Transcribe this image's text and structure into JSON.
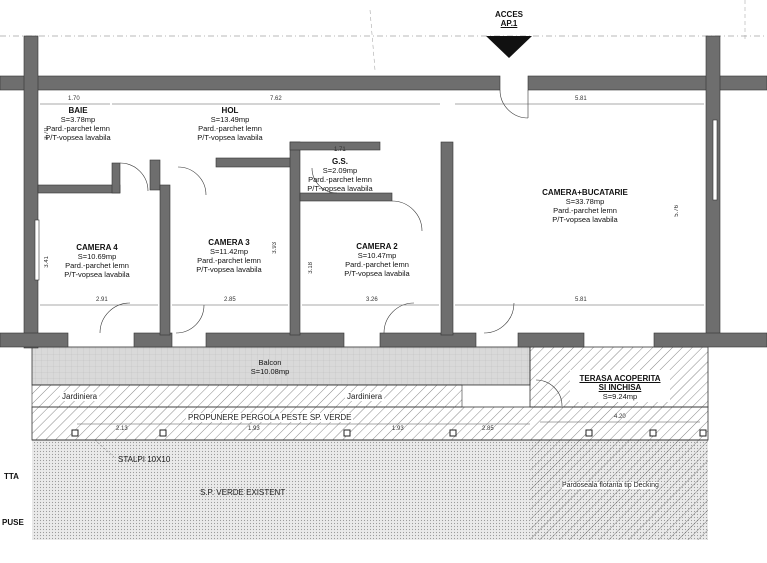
{
  "entrance": {
    "title": "ACCES",
    "code": "AP.1"
  },
  "rooms": {
    "baie": {
      "name": "BAIE",
      "area": "S=3.78mp",
      "floor": "Pard.-parchet lemn",
      "walls": "P/T-vopsea lavabila"
    },
    "hol": {
      "name": "HOL",
      "area": "S=13.49mp",
      "floor": "Pard.-parchet lemn",
      "walls": "P/T-vopsea lavabila"
    },
    "gs": {
      "name": "G.S.",
      "area": "S=2.09mp",
      "floor": "Pard.-parchet lemn",
      "walls": "P/T-vopsea lavabila"
    },
    "camera_bucatarie": {
      "name": "CAMERA+BUCATARIE",
      "area": "S=33.78mp",
      "floor": "Pard.-parchet lemn",
      "walls": "P/T-vopsea lavabila"
    },
    "camera4": {
      "name": "CAMERA 4",
      "area": "S=10.69mp",
      "floor": "Pard.-parchet lemn",
      "walls": "P/T-vopsea lavabila"
    },
    "camera3": {
      "name": "CAMERA 3",
      "area": "S=11.42mp",
      "floor": "Pard.-parchet lemn",
      "walls": "P/T-vopsea lavabila"
    },
    "camera2": {
      "name": "CAMERA 2",
      "area": "S=10.47mp",
      "floor": "Pard.-parchet lemn",
      "walls": "P/T-vopsea lavabila"
    }
  },
  "balcon": {
    "name": "Balcon",
    "area": "S=10.08mp"
  },
  "terasa": {
    "name_line1": "TERASA ACOPERITA",
    "name_line2": "SI INCHISA",
    "area": "S=9.24mp"
  },
  "jardiniera": {
    "left": "Jardiniera",
    "right": "Jardiniera"
  },
  "pergola": "PROPUNERE PERGOLA PESTE SP. VERDE",
  "stalpi": "STALPI 10X10",
  "sp_verde": "S.P. VERDE EXISTENT",
  "pardoseala": "Pardoseala flotanta tip Decking",
  "edge_labels": {
    "top": "TTA",
    "bottom": "PUSE"
  },
  "dimensions": {
    "baie_w": "1.70",
    "hol_w": "7.62",
    "kitchen_w": "5.81",
    "baie_h": "2.70",
    "gs_w": "1.71",
    "kitchen_h": "5.76",
    "cam4_h": "3.41",
    "cam3_h": "3.93",
    "cam2_h": "3.18",
    "cam4_w": "2.91",
    "cam3_w": "2.85",
    "cam2_w": "3.26",
    "kitchen_w2": "5.81",
    "terasa_w": "4.20",
    "bottom_1": "2.13",
    "bottom_2": "1.93",
    "bottom_3": "1.93",
    "bottom_4": "2.85"
  },
  "colors": {
    "wall": "#6e6e6e",
    "wall_edge": "#333333",
    "hatch": "#555555",
    "dots": "#9a9a9a"
  }
}
